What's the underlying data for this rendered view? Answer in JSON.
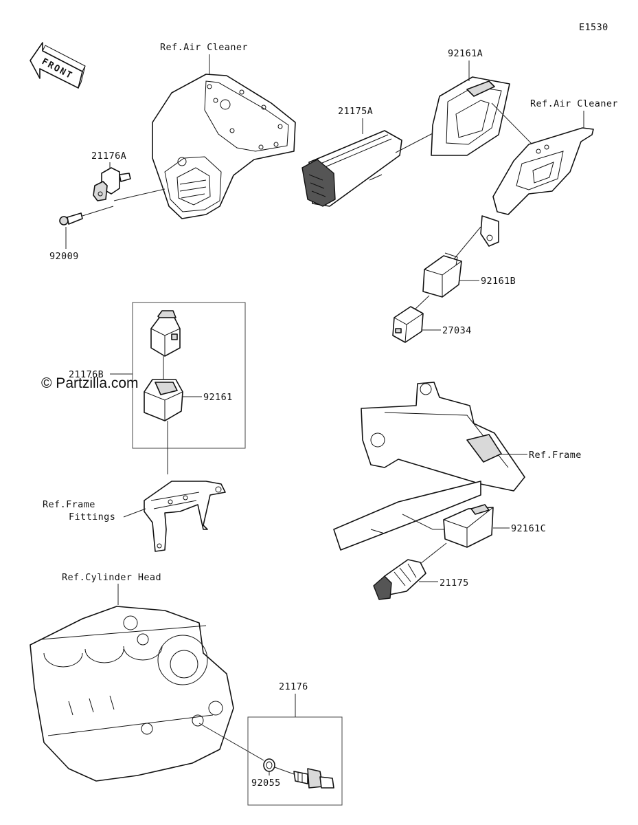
{
  "diagram_code": "E1530",
  "watermark": "© Partzilla.com",
  "front_label": "FRONT",
  "labels": {
    "ref_air_cleaner_1": "Ref.Air Cleaner",
    "ref_air_cleaner_2": "Ref.Air Cleaner",
    "p21176A": "21176A",
    "p92009": "92009",
    "p21175A": "21175A",
    "p92161A": "92161A",
    "p92161B": "92161B",
    "p27034": "27034",
    "p21176B": "21176B",
    "p92161": "92161",
    "ref_frame": "Ref.Frame",
    "ref_frame_fittings_1": "Ref.Frame",
    "ref_frame_fittings_2": "Fittings",
    "p92161C": "92161C",
    "p21175": "21175",
    "ref_cylinder_head": "Ref.Cylinder Head",
    "p21176": "21176",
    "p92055": "92055"
  }
}
